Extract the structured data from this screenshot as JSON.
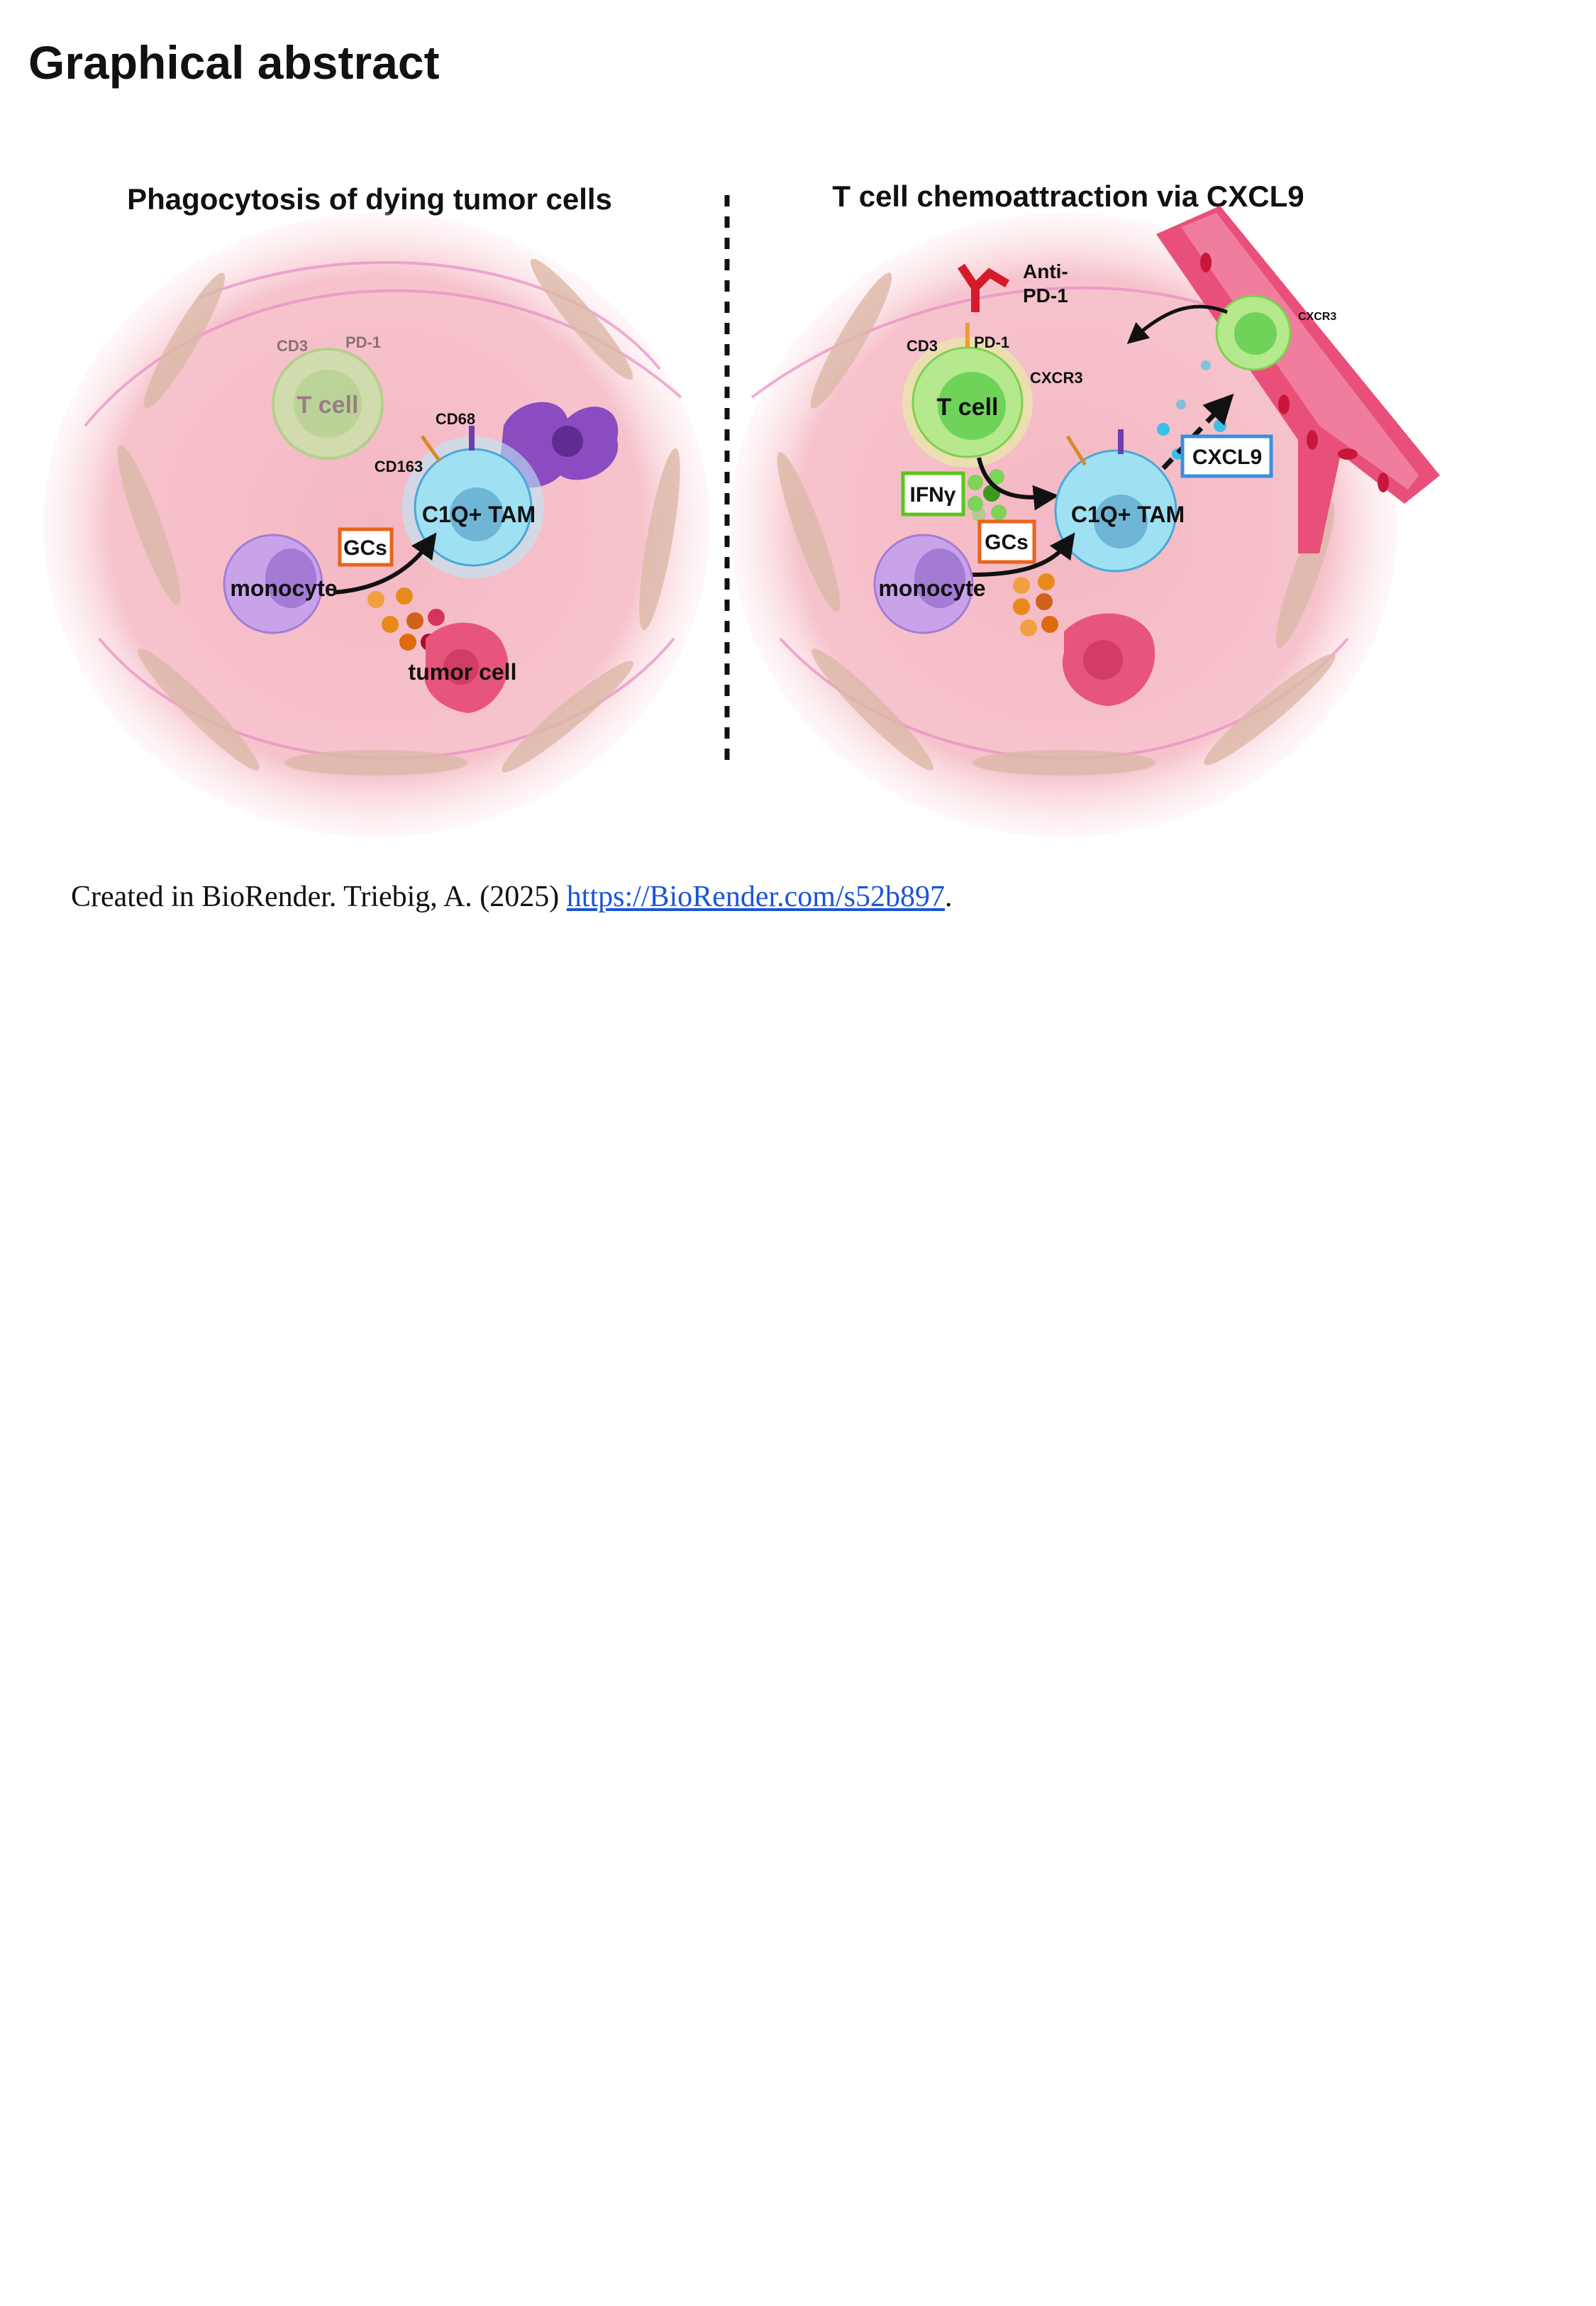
{
  "heading": "Graphical abstract",
  "left_panel": {
    "title": "Phagocytosis of dying tumor cells",
    "labels": {
      "cd3": "CD3",
      "pd1": "PD-1",
      "tcell": "T cell",
      "cd68": "CD68",
      "cd163": "CD163",
      "tam": "C1Q+ TAM",
      "gcs": "GCs",
      "monocyte": "monocyte",
      "tumor": "tumor cell"
    }
  },
  "right_panel": {
    "title": "T cell chemoattraction via CXCL9",
    "labels": {
      "anti": "Anti-",
      "antipd1": "PD-1",
      "cd3": "CD3",
      "pd1": "PD-1",
      "cxcr3": "CXCR3",
      "tcell": "T cell",
      "ifng": "IFNγ",
      "gcs": "GCs",
      "tam": "C1Q+ TAM",
      "monocyte": "monocyte",
      "cxcl9": "CXCL9",
      "vessel_cxcr3": "CXCR3"
    }
  },
  "caption": {
    "text": "Created in BioRender. Triebig, A. (2025) ",
    "link": "https://BioRender.com/s52b897",
    "end": "."
  },
  "colors": {
    "gcs_box": "#e8641c",
    "ifng_box": "#5bc51a",
    "cxcl9_box": "#3a8ee0",
    "link": "#1a55d8"
  }
}
